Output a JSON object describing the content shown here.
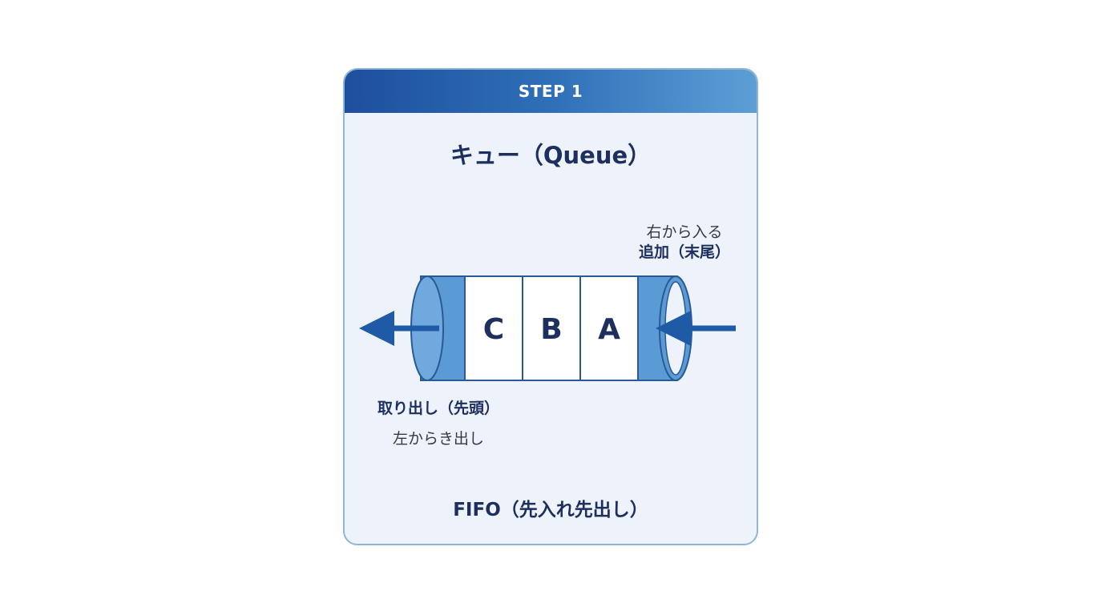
{
  "header": {
    "step_label": "STEP 1"
  },
  "title": "キュー（Queue）",
  "queue": {
    "items": [
      "C",
      "B",
      "A"
    ],
    "enqueue": {
      "sub_label": "右から入る",
      "main_label": "追加（末尾）"
    },
    "dequeue": {
      "main_label": "取り出し（先頭）",
      "sub_label": "左からき出し"
    }
  },
  "footer": {
    "principle": "FIFO（先入れ先出し）"
  },
  "colors": {
    "header_dark": "#1d4f9e",
    "header_light": "#5e9ed6",
    "card_bg": "#eef3fb",
    "cylinder_blue": "#5b9bd5",
    "arrow_blue": "#1f5aa6",
    "text_navy": "#1c2f5e"
  },
  "icons": [
    "left-arrow-icon",
    "right-arrow-icon"
  ]
}
